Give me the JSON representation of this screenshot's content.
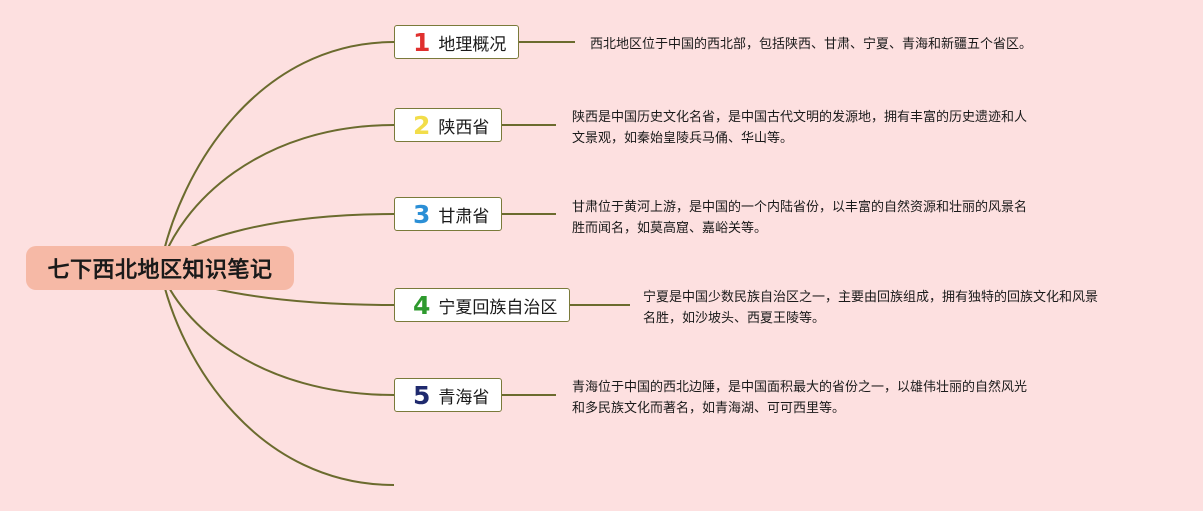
{
  "root": {
    "title": "七下西北地区知识笔记"
  },
  "branches": [
    {
      "number": "1",
      "number_color": "#e0302e",
      "label": "地理概况",
      "desc": [
        "西北地区位于中国的西北部，包括陕西、甘肃、宁夏、青海和新疆五个省区。"
      ]
    },
    {
      "number": "2",
      "number_color": "#f2dd4a",
      "label": "陕西省",
      "desc": [
        "陕西是中国历史文化名省，是中国古代文明的发源地，拥有丰富的历史遗迹和人",
        "文景观，如秦始皇陵兵马俑、华山等。"
      ]
    },
    {
      "number": "3",
      "number_color": "#2b8fd6",
      "label": "甘肃省",
      "desc": [
        "甘肃位于黄河上游，是中国的一个内陆省份，以丰富的自然资源和壮丽的风景名",
        "胜而闻名，如莫高窟、嘉峪关等。"
      ]
    },
    {
      "number": "4",
      "number_color": "#2e9a2e",
      "label": "宁夏回族自治区",
      "desc": [
        "宁夏是中国少数民族自治区之一，主要由回族组成，拥有独特的回族文化和风景",
        "名胜，如沙坡头、西夏王陵等。"
      ]
    },
    {
      "number": "5",
      "number_color": "#1f2a6e",
      "label": "青海省",
      "desc": [
        "青海位于中国的西北边陲，是中国面积最大的省份之一，以雄伟壮丽的自然风光",
        "和多民族文化而著名，如青海湖、可可西里等。"
      ]
    }
  ],
  "colors": {
    "background": "#fde0e0",
    "root_fill": "#f6b9a6",
    "connector": "#6b6b2e"
  }
}
